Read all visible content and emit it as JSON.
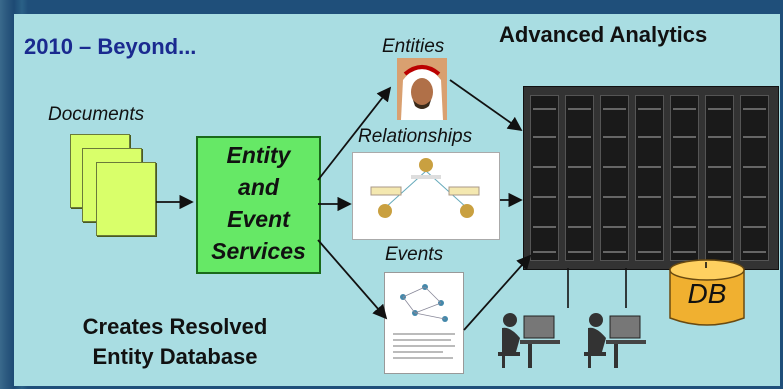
{
  "header": {
    "period": "2010 – Beyond...",
    "analytics": "Advanced Analytics"
  },
  "inputs": {
    "documents": "Documents"
  },
  "process": {
    "line1": "Entity",
    "line2": "and",
    "line3": "Event",
    "line4": "Services"
  },
  "outputs": {
    "entities": "Entities",
    "relationships": "Relationships",
    "events": "Events"
  },
  "storage": {
    "db": "DB"
  },
  "footer": {
    "line1": "Creates Resolved",
    "line2": "Entity  Database"
  }
}
